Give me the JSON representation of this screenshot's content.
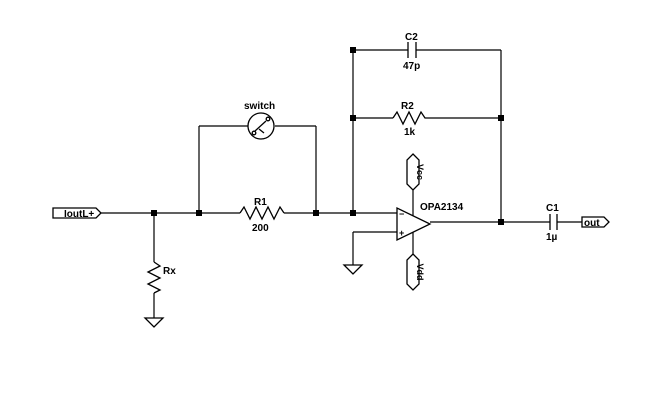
{
  "ports": {
    "input": "IoutL+",
    "output": "out",
    "vcc": "Vcc",
    "vdd": "Vdd"
  },
  "components": {
    "switch": {
      "label": "switch"
    },
    "r1": {
      "name": "R1",
      "value": "200"
    },
    "r2": {
      "name": "R2",
      "value": "1k"
    },
    "c1": {
      "name": "C1",
      "value": "1µ"
    },
    "c2": {
      "name": "C2",
      "value": "47p"
    },
    "rx": {
      "name": "Rx"
    },
    "opamp": {
      "name": "OPA2134",
      "minus": "−",
      "plus": "+"
    }
  }
}
